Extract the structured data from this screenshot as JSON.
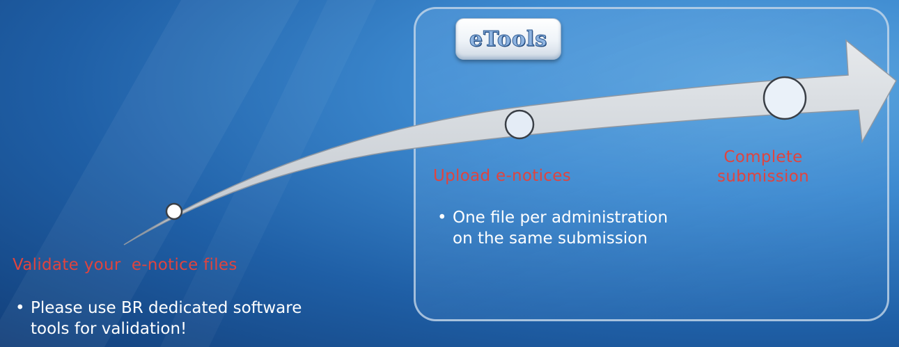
{
  "logo": {
    "text": "eTools"
  },
  "steps": [
    {
      "title": "Validate your  e-notice files",
      "bullet": "Please use BR dedicated software tools for validation!"
    },
    {
      "title": "Upload e-notices",
      "bullet": "One file per administration on the same submission"
    },
    {
      "title": "Complete\nsubmission"
    }
  ],
  "colors": {
    "title": "#e0443e",
    "text": "#ffffff",
    "arrow": "#d3d7dc",
    "background": "#2a6cb4"
  }
}
